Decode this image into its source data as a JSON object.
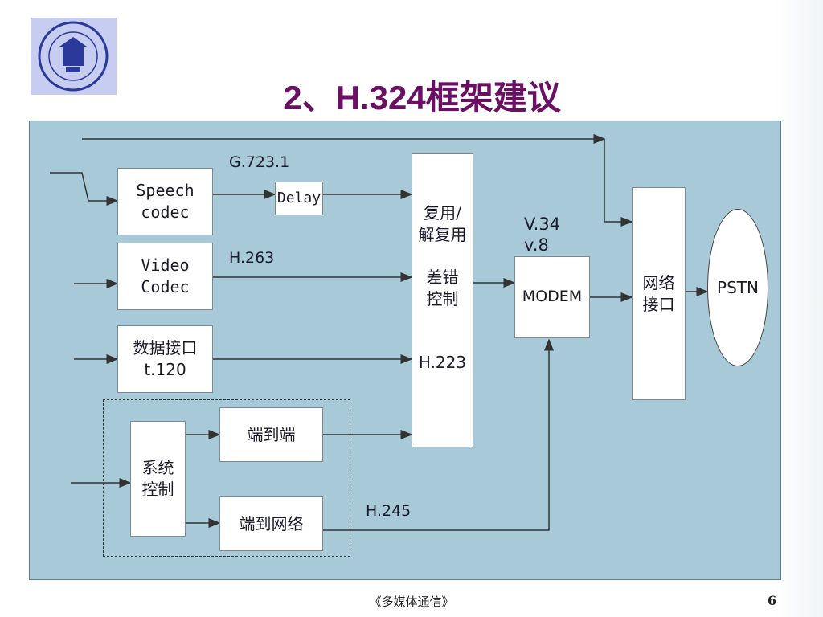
{
  "title": "2、H.324框架建议",
  "boxes": {
    "speech": "Speech\ncodec",
    "delay": "Delay",
    "video": "Video\nCodec",
    "data_line1": "数据接口",
    "data_line2": "t.120",
    "system": "系统\n控制",
    "e2e": "端到端",
    "e2n": "端到网络",
    "mux_line1": "复用/\n解复用",
    "mux_line2": "差错\n控制",
    "mux_line3": "H.223",
    "modem": "MODEM",
    "net": "网络\n接口",
    "pstn": "PSTN"
  },
  "labels": {
    "g7231": "G.723.1",
    "h263": "H.263",
    "v34": "V.34\nv.8",
    "h245": "H.245"
  },
  "footer": {
    "course": "《多媒体通信》",
    "page": "6"
  }
}
